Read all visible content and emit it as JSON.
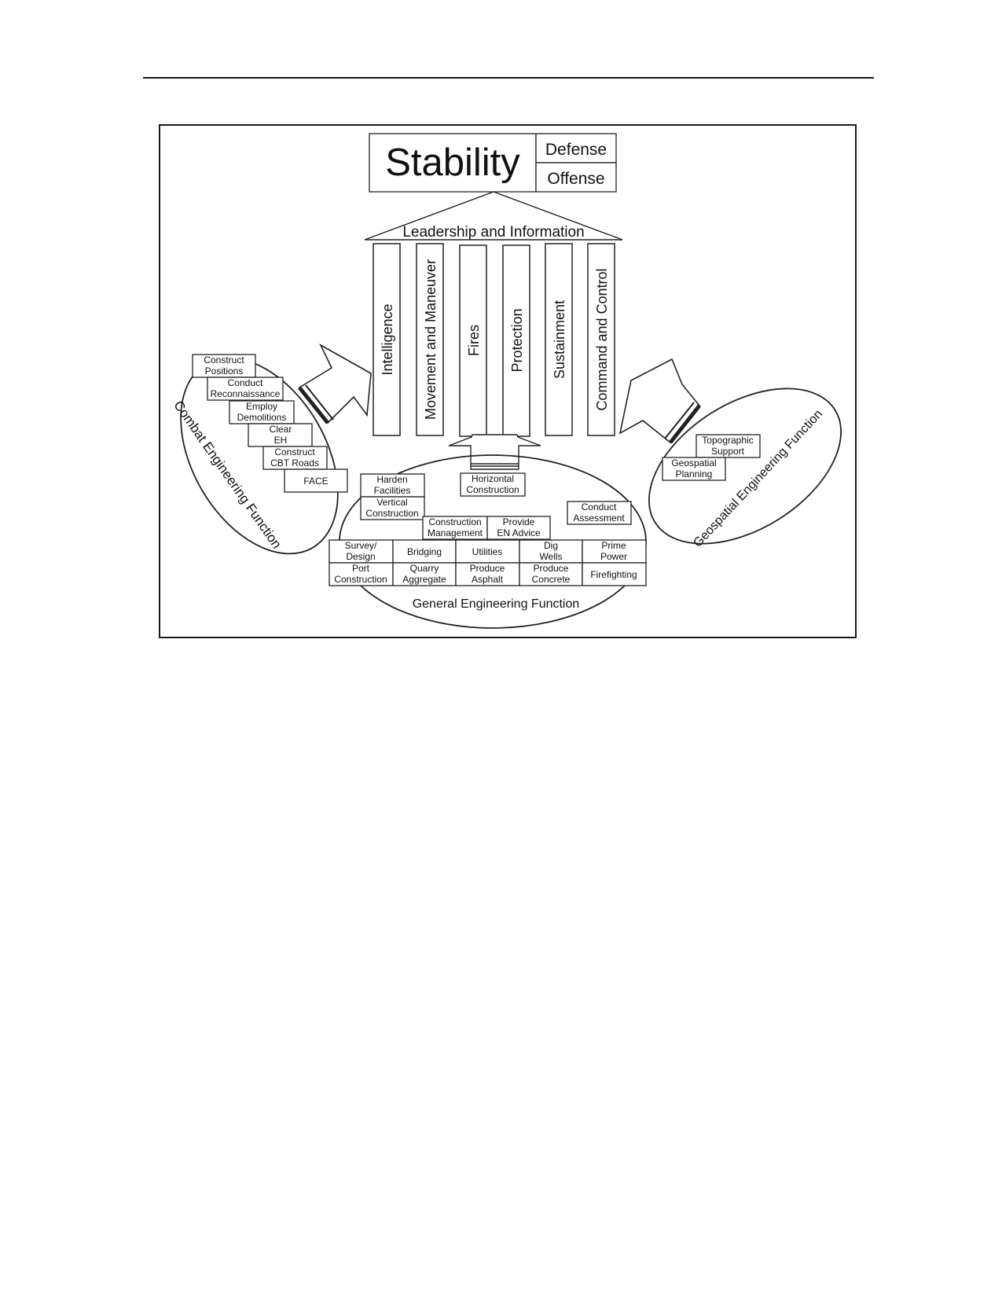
{
  "stability": "Stability",
  "defense": "Defense",
  "offense": "Offense",
  "roof": "Leadership and Information",
  "pillars": [
    "Intelligence",
    "Movement and Maneuver",
    "Fires",
    "Protection",
    "Sustainment",
    "Command and Control"
  ],
  "combat": {
    "title": "Combat Engineering Function",
    "tasks": [
      [
        "Construct",
        "Positions"
      ],
      [
        "Conduct",
        "Reconnaissance"
      ],
      [
        "Employ",
        "Demolitions"
      ],
      [
        "Clear",
        "EH"
      ],
      [
        "Construct",
        "CBT Roads"
      ],
      [
        "FACE"
      ]
    ]
  },
  "general": {
    "title": "General Engineering Function",
    "harden": [
      "Harden",
      "Facilities"
    ],
    "vertical": [
      "Vertical",
      "Construction"
    ],
    "horizontal": [
      "Horizontal",
      "Construction"
    ],
    "construction_mgmt": [
      "Construction",
      "Management"
    ],
    "provide_en": [
      "Provide",
      "EN Advice"
    ],
    "conduct_assessment": [
      "Conduct",
      "Assessment"
    ],
    "grid": [
      [
        [
          "Survey/",
          "Design"
        ],
        [
          "Bridging"
        ],
        [
          "Utilities"
        ],
        [
          "Dig",
          "Wells"
        ],
        [
          "Prime",
          "Power"
        ]
      ],
      [
        [
          "Port",
          "Construction"
        ],
        [
          "Quarry",
          "Aggregate"
        ],
        [
          "Produce",
          "Asphalt"
        ],
        [
          "Produce",
          "Concrete"
        ],
        [
          "Firefighting"
        ]
      ]
    ]
  },
  "geospatial": {
    "title": "Geospatial Engineering Function",
    "topographic": [
      "Topographic",
      "Support"
    ],
    "planning": [
      "Geospatial",
      "Planning"
    ]
  }
}
